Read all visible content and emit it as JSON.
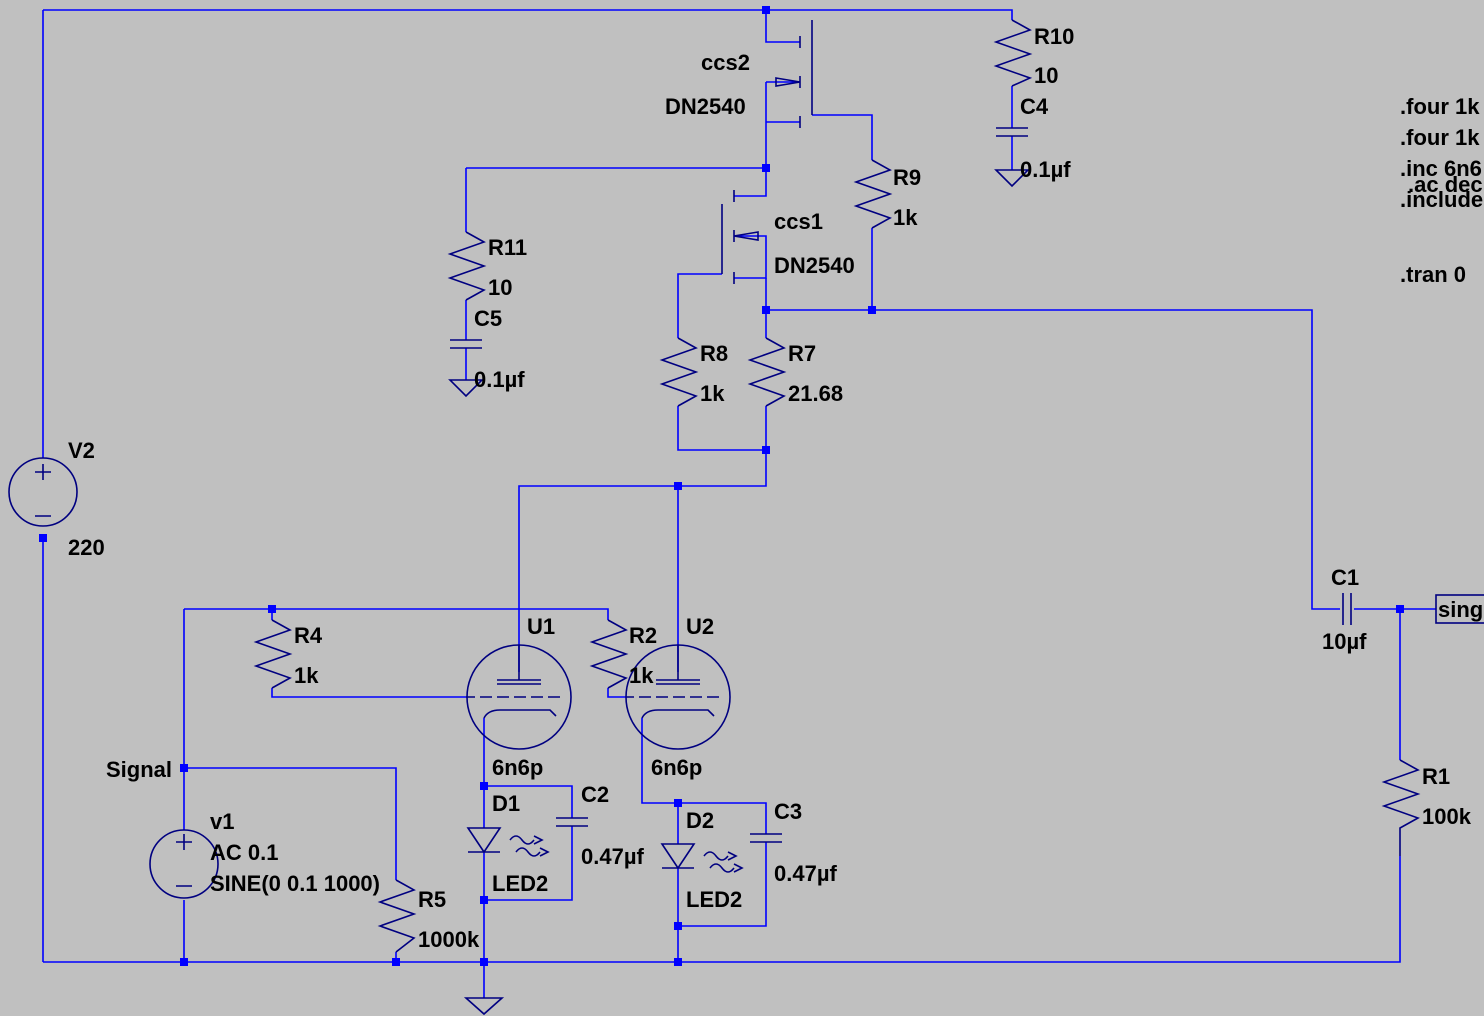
{
  "components": {
    "v2": {
      "name": "V2",
      "value": "220"
    },
    "v1": {
      "name": "v1",
      "value1": "AC 0.1",
      "value2": "SINE(0 0.1 1000)"
    },
    "ccs2": {
      "name": "ccs2",
      "model": "DN2540"
    },
    "ccs1": {
      "name": "ccs1",
      "model": "DN2540"
    },
    "r10": {
      "name": "R10",
      "value": "10"
    },
    "c4": {
      "name": "C4",
      "value": "0.1µf"
    },
    "r9": {
      "name": "R9",
      "value": "1k"
    },
    "r11": {
      "name": "R11",
      "value": "10"
    },
    "c5": {
      "name": "C5",
      "value": "0.1µf"
    },
    "r8": {
      "name": "R8",
      "value": "1k"
    },
    "r7": {
      "name": "R7",
      "value": "21.68"
    },
    "u1": {
      "name": "U1",
      "model": "6n6p"
    },
    "u2": {
      "name": "U2",
      "model": "6n6p"
    },
    "r4": {
      "name": "R4",
      "value": "1k"
    },
    "r2": {
      "name": "R2",
      "value": "1k"
    },
    "d1": {
      "name": "D1",
      "model": "LED2"
    },
    "d2": {
      "name": "D2",
      "model": "LED2"
    },
    "c2": {
      "name": "C2",
      "value": "0.47µf"
    },
    "c3": {
      "name": "C3",
      "value": "0.47µf"
    },
    "r5": {
      "name": "R5",
      "value": "1000k"
    },
    "c1": {
      "name": "C1",
      "value": "10µf"
    },
    "r1": {
      "name": "R1",
      "value": "100k"
    }
  },
  "net_labels": {
    "signal": "Signal",
    "out": "sing"
  },
  "directives": [
    ".four 1k",
    ".four 1k",
    ".inc 6n6",
    ".ac dec",
    ".include",
    ".tran 0"
  ]
}
